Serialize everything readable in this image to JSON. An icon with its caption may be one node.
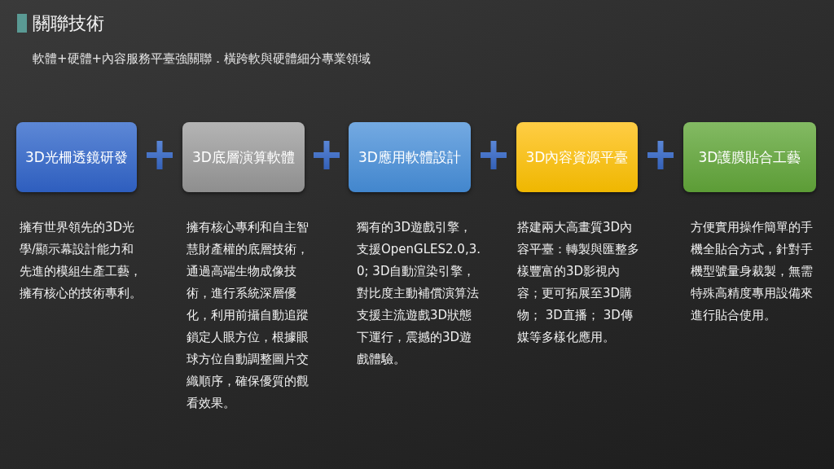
{
  "diagram": {
    "title": "關聯技術",
    "nodes": [
      {
        "text": [
          "3D光柵透鏡研發"
        ],
        "beside": [
          "擁有世界領先的3D光學/顯示幕設計能力和先進的模組生產工藝，擁有核心的技術專利。"
        ]
      },
      {
        "text": [
          "3D底層演算軟體"
        ],
        "beside": [
          "擁有核心專利和自主智慧財產權的底層技術，通過高端生物成像技術，進行系統深層優化，利用前攝自動追蹤鎖定人眼方位，根據眼球方位自動調整圖片交織順序，確保優質的觀看效果。"
        ]
      },
      {
        "text": [
          "3D應用軟體設計"
        ],
        "beside": [
          "獨有的3D遊戲引擎，支援OpenGLES2.0,3.0; 3D自動渲染引擎，對比度主動補償演算法支援主流遊戲3D狀態下運行，震撼的3D遊戲體驗。"
        ]
      },
      {
        "text": [
          "3D內容資源平臺"
        ],
        "beside": [
          "搭建兩大高畫質3D內容平臺：轉製與匯整多樣豐富的3D影視內容；更可拓展至3D購物； 3D直播； 3D傳媒等多樣化應用。"
        ]
      },
      {
        "text": [
          "3D護膜貼合工藝"
        ],
        "beside": [
          "方便實用操作簡單的手機全貼合方式，針對手機型號量身裁製，無需特殊高精度專用設備來進行貼合使用。"
        ]
      }
    ],
    "labels": [
      "軟體+硬體+內容服務平臺強關聯．橫跨軟與硬體細分專業領域"
    ]
  }
}
